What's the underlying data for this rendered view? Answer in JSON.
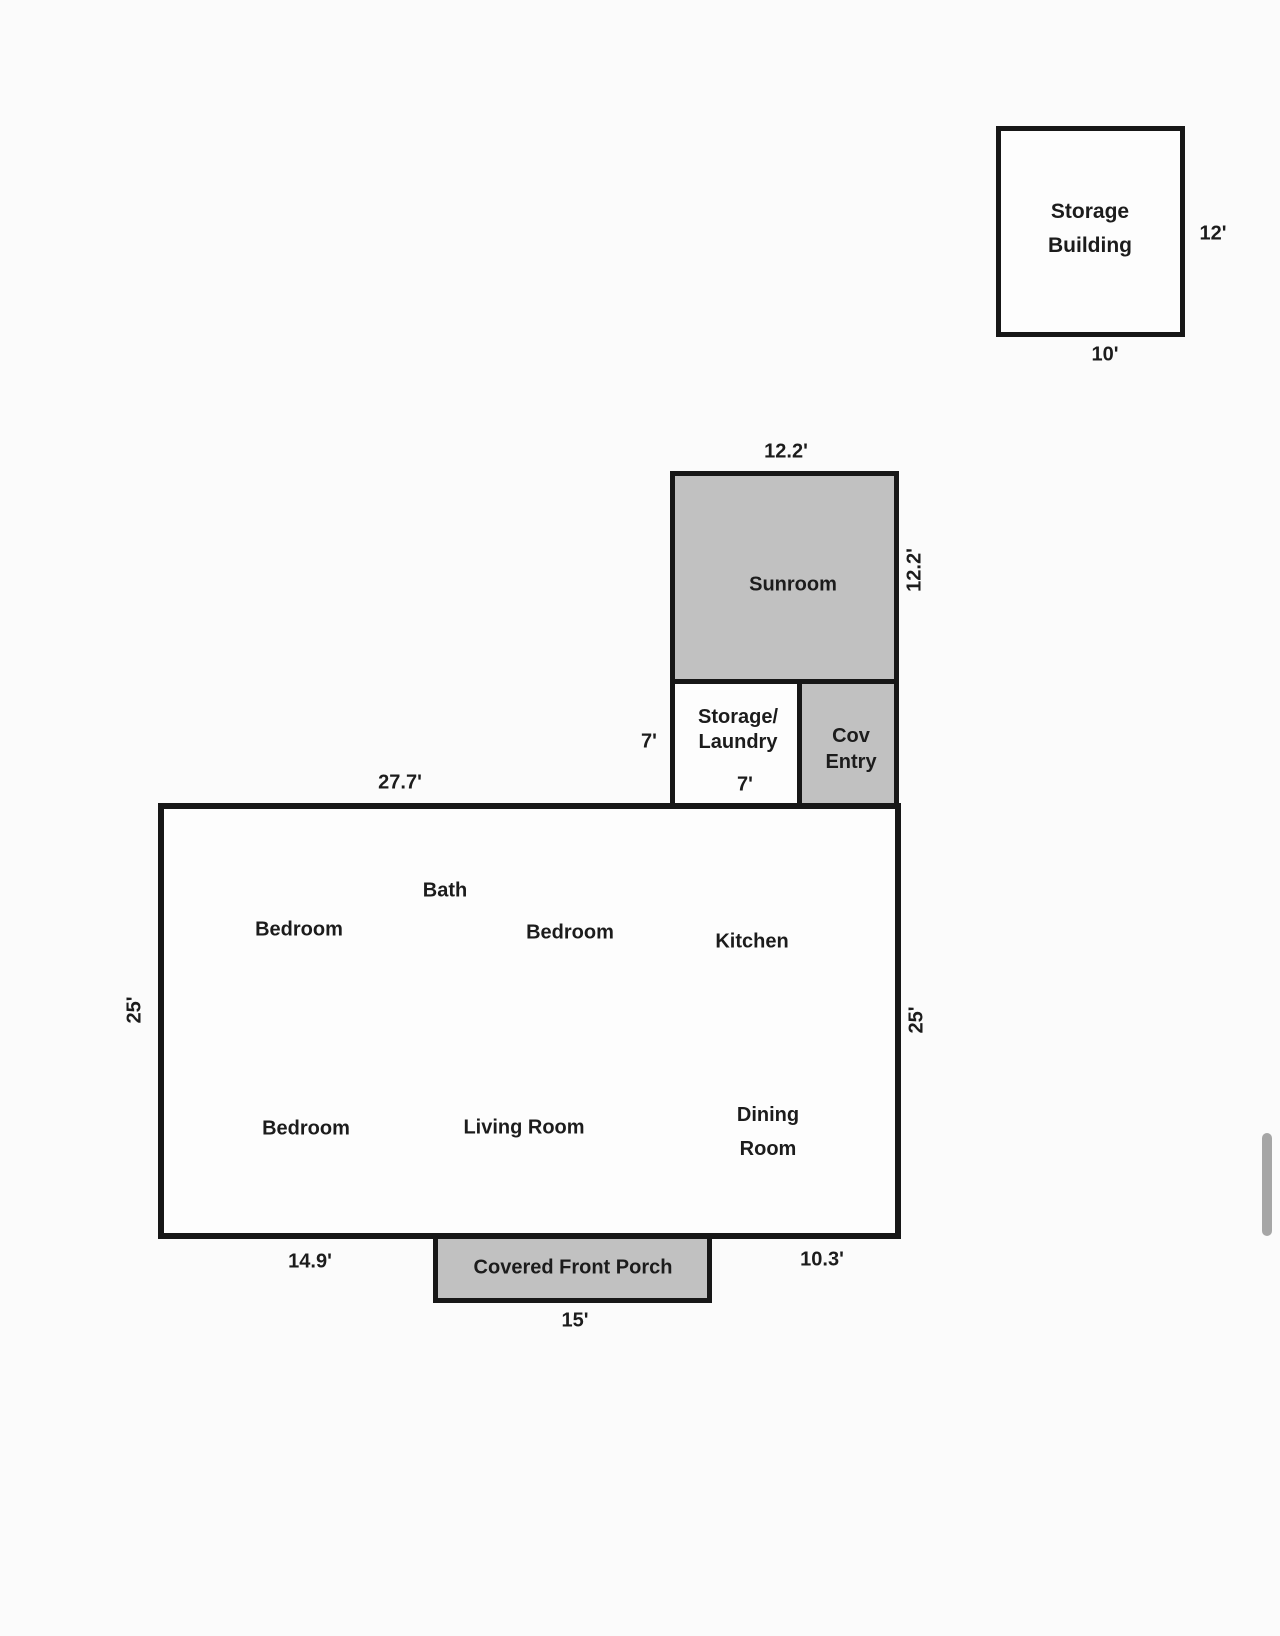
{
  "plan": {
    "storage_building": {
      "name_line1": "Storage",
      "name_line2": "Building",
      "dim_height": "12'",
      "dim_width": "10'"
    },
    "sunroom": {
      "name": "Sunroom",
      "dim_width": "12.2'",
      "dim_height": "12.2'"
    },
    "storage_laundry": {
      "name_line1": "Storage/",
      "name_line2": "Laundry",
      "dim_height": "7'",
      "dim_width": "7'"
    },
    "cov_entry": {
      "name_line1": "Cov",
      "name_line2": "Entry"
    },
    "main_house": {
      "dim_top": "27.7'",
      "dim_left": "25'",
      "dim_right": "25'",
      "dim_bottom_left": "14.9'",
      "dim_bottom_right": "10.3'",
      "rooms": {
        "bath": "Bath",
        "bedroom_upper_left": "Bedroom",
        "bedroom_upper_mid": "Bedroom",
        "kitchen": "Kitchen",
        "bedroom_lower_left": "Bedroom",
        "living_room": "Living Room",
        "dining_line1": "Dining",
        "dining_line2": "Room"
      }
    },
    "porch": {
      "name": "Covered Front Porch",
      "dim_width": "15'"
    },
    "colors": {
      "background": "#fbfbfb",
      "wall": "#171717",
      "room_fill_gray": "#c1c1c1",
      "room_fill_white": "#fdfdfd",
      "text": "#1c1c1c"
    }
  }
}
